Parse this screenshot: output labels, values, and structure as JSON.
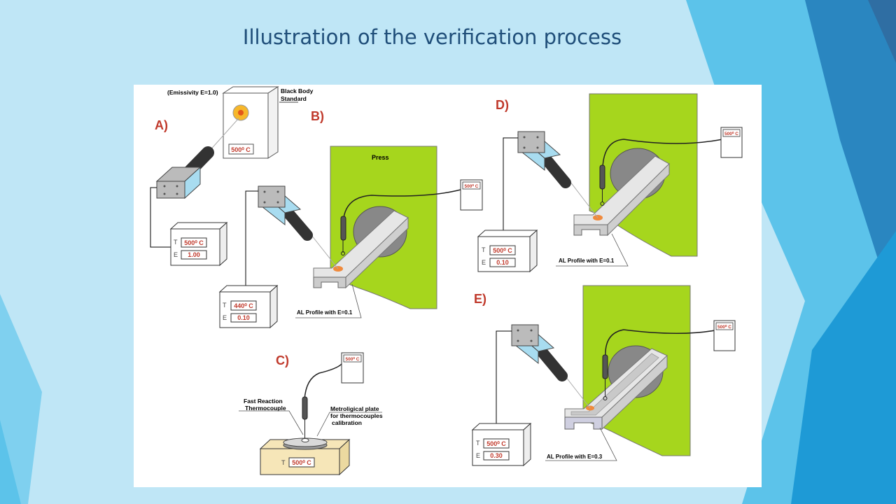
{
  "slide": {
    "title": "Illustration of the verification process"
  },
  "figure": {
    "panels": {
      "a": {
        "letter": "A)",
        "emissivity_note": "(Emissivity E=1.0)",
        "blackbody_line1": "Black Body",
        "blackbody_line2": "Standard",
        "blackbody_temp": "500⁰ C",
        "readout_t_label": "T",
        "readout_t": "500⁰ C",
        "readout_e_label": "E",
        "readout_e": "1.00"
      },
      "b": {
        "letter": "B)",
        "press_label": "Press",
        "readout_t_label": "T",
        "readout_t": "440⁰ C",
        "readout_e_label": "E",
        "readout_e": "0.10",
        "thermo_display": "500⁰ C",
        "profile_label": "AL Profile with E=0.1"
      },
      "c": {
        "letter": "C)",
        "thermo_display": "500⁰ C",
        "thermocouple_line1": "Fast Reaction",
        "thermocouple_line2": "Thermocouple",
        "plate_line1": "Metroligical plate",
        "plate_line2": "for thermocouples",
        "plate_line3": "calibration",
        "base_t_label": "T",
        "base_t": "500⁰ C"
      },
      "d": {
        "letter": "D)",
        "readout_t_label": "T",
        "readout_t": "500⁰ C",
        "readout_e_label": "E",
        "readout_e": "0.10",
        "thermo_display": "500⁰ C",
        "profile_label": "AL Profile with E=0.1"
      },
      "e": {
        "letter": "E)",
        "readout_t_label": "T",
        "readout_t": "500⁰ C",
        "readout_e_label": "E",
        "readout_e": "0.30",
        "thermo_display": "500⁰ C",
        "profile_label": "AL Profile with E=0.3"
      }
    },
    "colors": {
      "press": "#a6d61d",
      "panel_letters": "#c0392b",
      "readout_text": "#c0392b",
      "camera_lens": "#a8dcf0",
      "title": "#1f4e79"
    }
  }
}
